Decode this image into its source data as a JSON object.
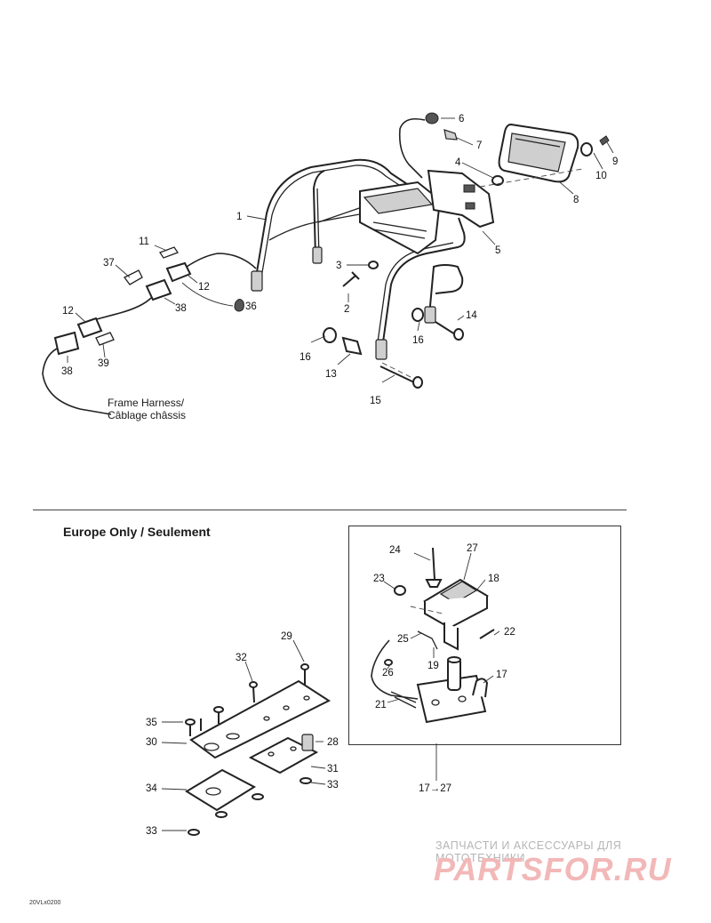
{
  "callouts": {
    "c1": "1",
    "c2": "2",
    "c3": "3",
    "c4": "4",
    "c5": "5",
    "c6": "6",
    "c7": "7",
    "c8": "8",
    "c9": "9",
    "c10": "10",
    "c11": "11",
    "c12a": "12",
    "c12b": "12",
    "c13": "13",
    "c14": "14",
    "c15": "15",
    "c16a": "16",
    "c16b": "16",
    "c17": "17",
    "c18": "18",
    "c19": "19",
    "c21": "21",
    "c22": "22",
    "c23": "23",
    "c24": "24",
    "c25": "25",
    "c26": "26",
    "c27": "27",
    "c28": "28",
    "c29": "29",
    "c30": "30",
    "c31": "31",
    "c32": "32",
    "c33a": "33",
    "c33b": "33",
    "c34": "34",
    "c35": "35",
    "c36": "36",
    "c37": "37",
    "c38a": "38",
    "c38b": "38",
    "c39": "39",
    "range": "17→27"
  },
  "harness_label": {
    "line1": "Frame Harness/",
    "line2": "Câblage châssis"
  },
  "section_title": "Europe Only / Seulement",
  "watermark": {
    "top": "ЗАПЧАСТИ И АКСЕССУАРЫ ДЛЯ МОТОТЕХНИКИ",
    "logo": "PARTSFOR.RU"
  },
  "doc_code": "20VLx0200"
}
